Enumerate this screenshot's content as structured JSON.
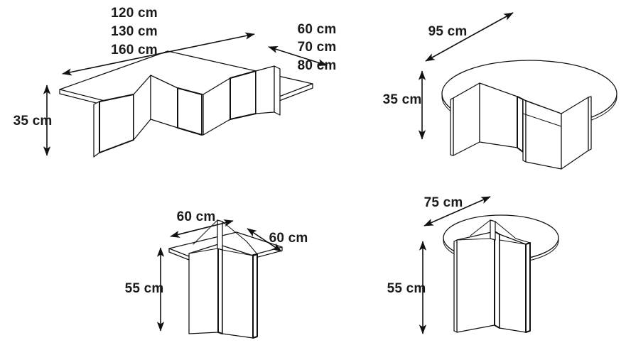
{
  "drawing": {
    "title": "Table dimension drawings",
    "background_color": "#ffffff",
    "line_color": "#111111",
    "text_color": "#1a1a1a",
    "unit": "cm"
  },
  "figures": [
    {
      "id": "rectangular-coffee-table",
      "shape": "rectangular",
      "position": "top-left",
      "width_labels": [
        "120 cm",
        "130 cm",
        "160 cm"
      ],
      "depth_labels": [
        "60 cm",
        "70 cm",
        "80 cm"
      ],
      "height_label": "35 cm",
      "width_values": [
        120,
        130,
        160
      ],
      "depth_values": [
        60,
        70,
        80
      ],
      "height_value": 35
    },
    {
      "id": "round-coffee-table",
      "shape": "round",
      "position": "top-right",
      "diameter_labels": [
        "95 cm"
      ],
      "height_label": "35 cm",
      "diameter_values": [
        95
      ],
      "height_value": 35
    },
    {
      "id": "square-side-table",
      "shape": "square",
      "position": "bottom-left",
      "width_labels": [
        "60 cm"
      ],
      "depth_labels": [
        "60 cm"
      ],
      "height_label": "55 cm",
      "width_values": [
        60
      ],
      "depth_values": [
        60
      ],
      "height_value": 55
    },
    {
      "id": "round-side-table",
      "shape": "round",
      "position": "bottom-right",
      "diameter_labels": [
        "75 cm"
      ],
      "height_label": "55 cm",
      "diameter_values": [
        75
      ],
      "height_value": 55
    }
  ],
  "labels": {
    "fig1_w1": "120 cm",
    "fig1_w2": "130 cm",
    "fig1_w3": "160 cm",
    "fig1_d1": "60 cm",
    "fig1_d2": "70 cm",
    "fig1_d3": "80 cm",
    "fig1_h": "35 cm",
    "fig2_d": "95 cm",
    "fig2_h": "35 cm",
    "fig3_w": "60 cm",
    "fig3_d": "60 cm",
    "fig3_h": "55 cm",
    "fig4_d": "75 cm",
    "fig4_h": "55 cm"
  }
}
